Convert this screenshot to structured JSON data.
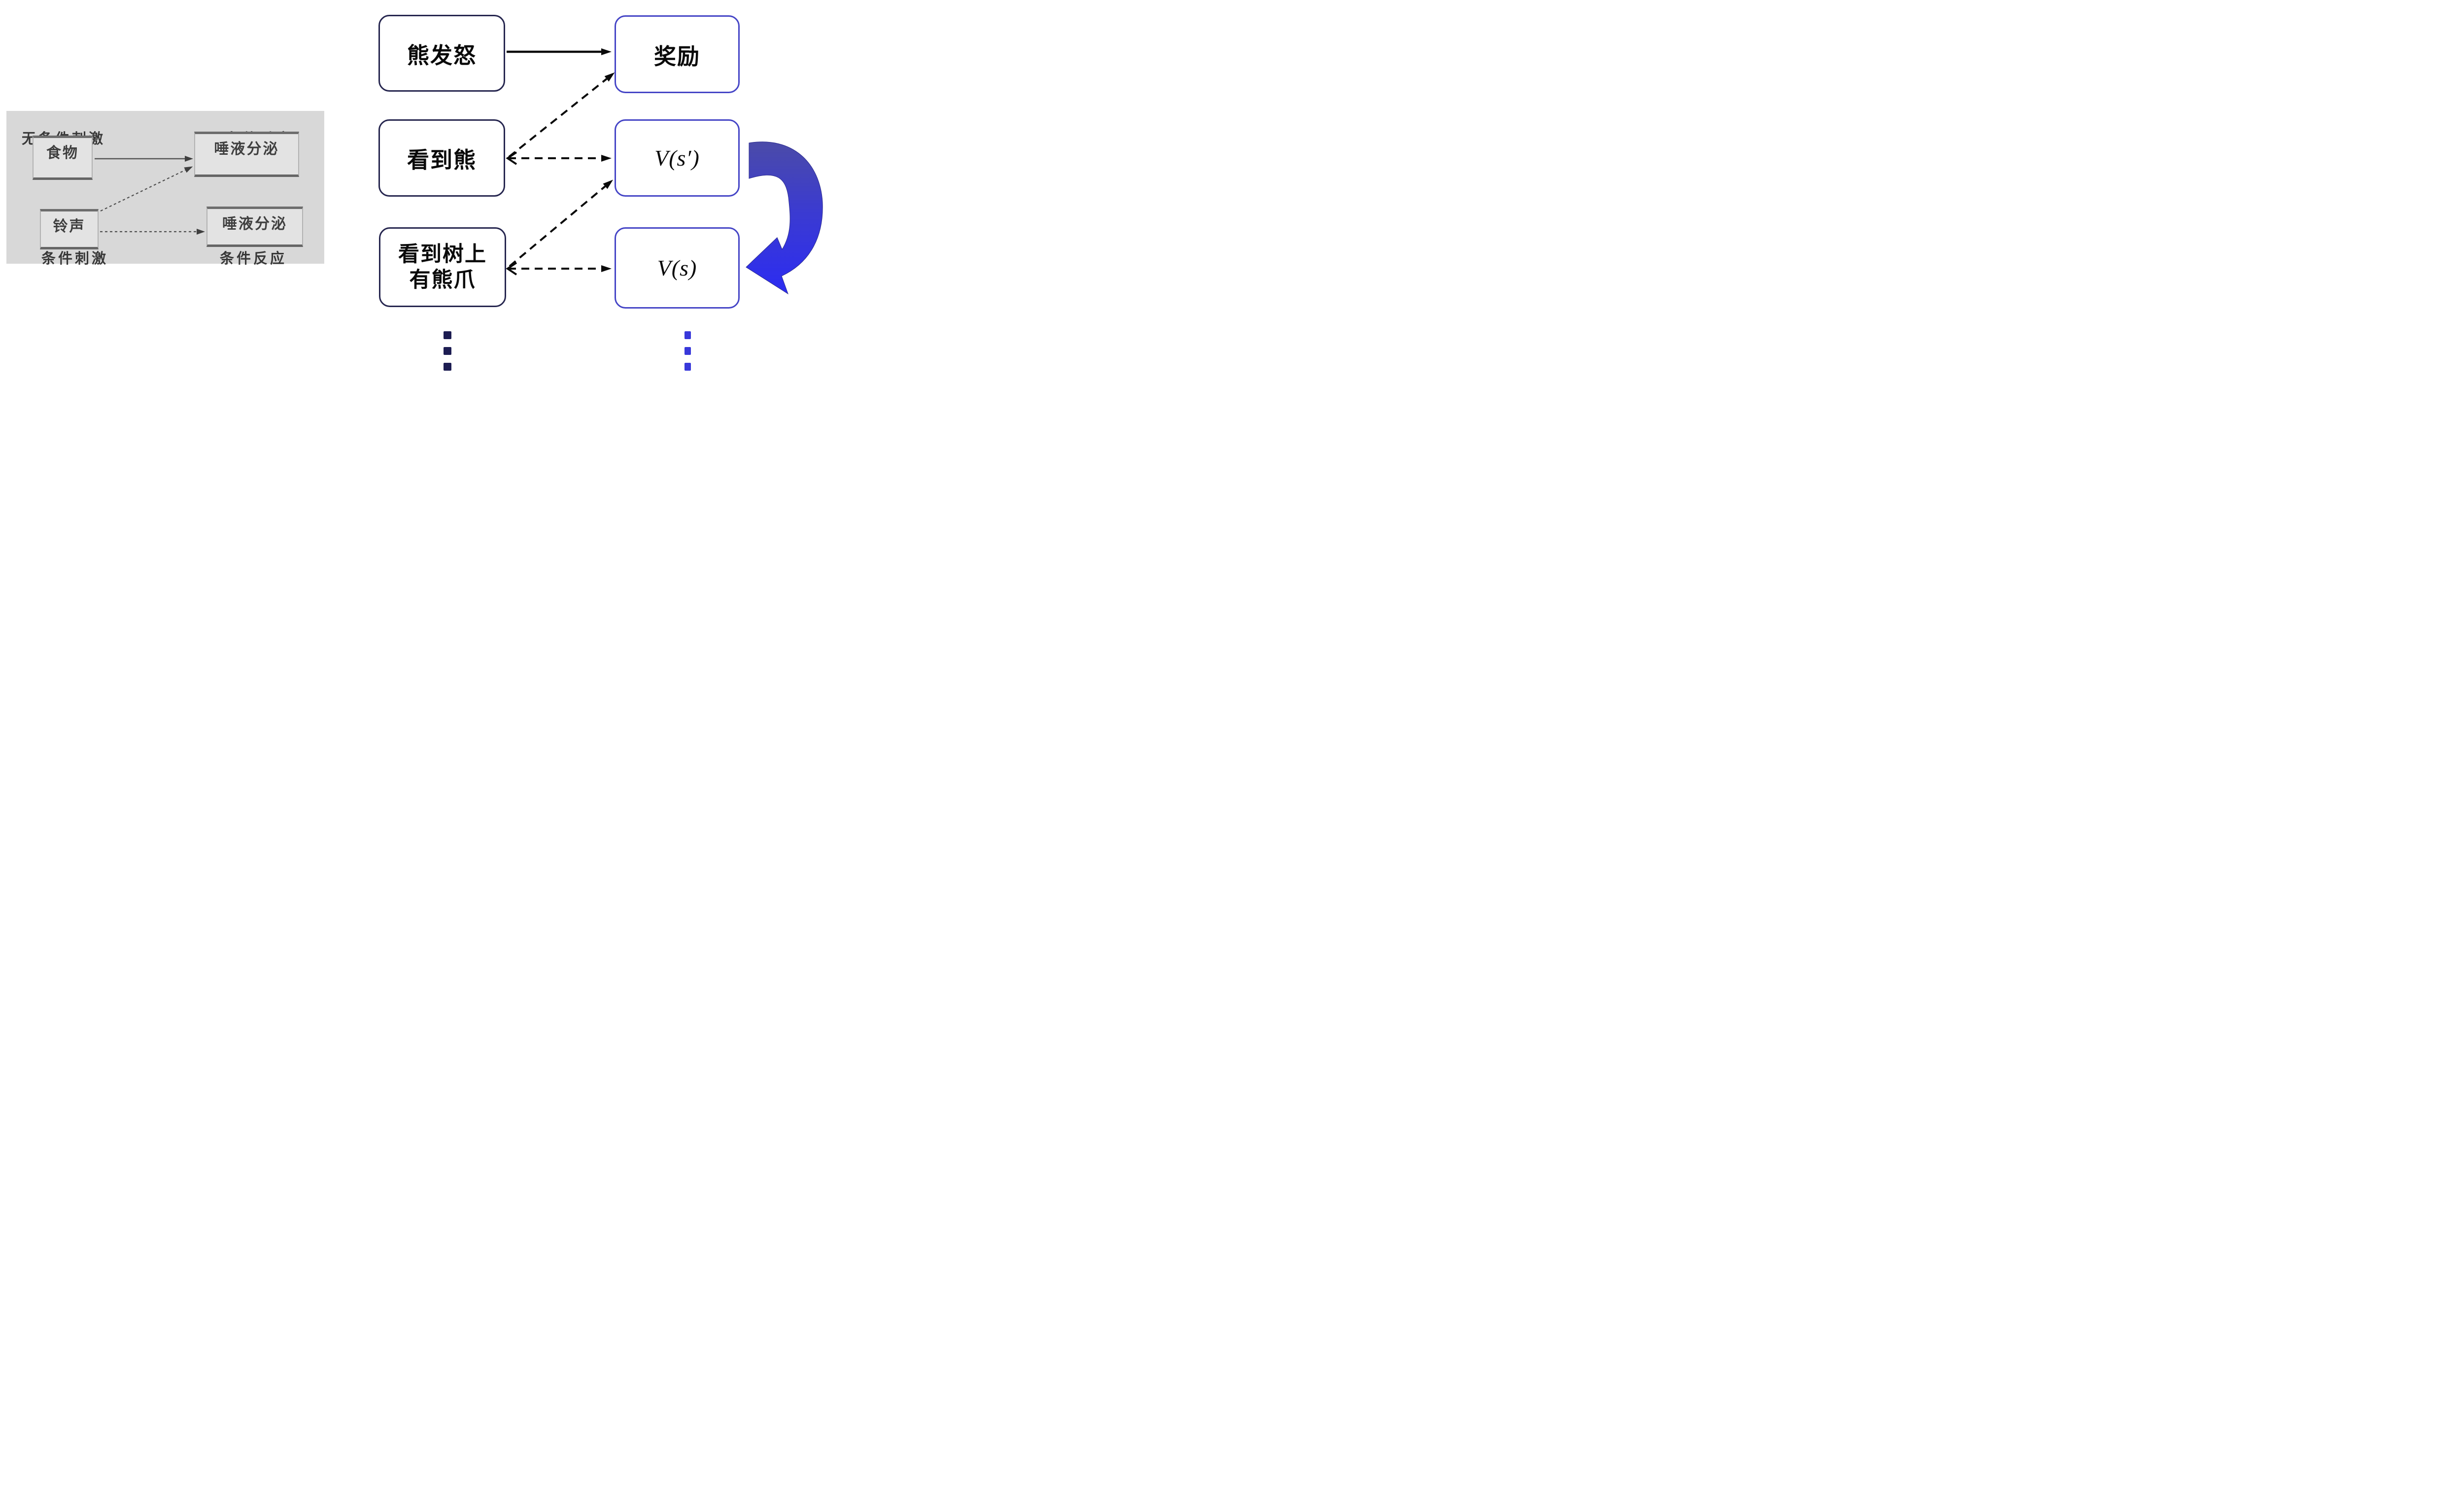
{
  "pavlov_panel": {
    "top_left_label": "无条件刺激",
    "top_right_label": "无条件反应",
    "food": "食物",
    "saliva_top": "唾液分泌",
    "bell": "铃声",
    "saliva_bottom": "唾液分泌",
    "bottom_left_label": "条件刺激",
    "bottom_right_label": "条件反应"
  },
  "rl_diagram": {
    "bear_angry": "熊发怒",
    "reward": "奖励",
    "see_bear": "看到熊",
    "value_next": "V(s′)",
    "see_claws": {
      "line1": "看到树上",
      "line2": "有熊爪"
    },
    "value_current": "V(s)"
  },
  "colors": {
    "panel_bg": "#d8d8d8",
    "stimulus_box_border": "#26264f",
    "value_box_border": "#4545c6",
    "left_ellipsis": "#1d1d52",
    "right_ellipsis": "#3838da",
    "loop_arrow_top": "#4b4ba8",
    "loop_arrow_bottom": "#2c2cf2"
  }
}
